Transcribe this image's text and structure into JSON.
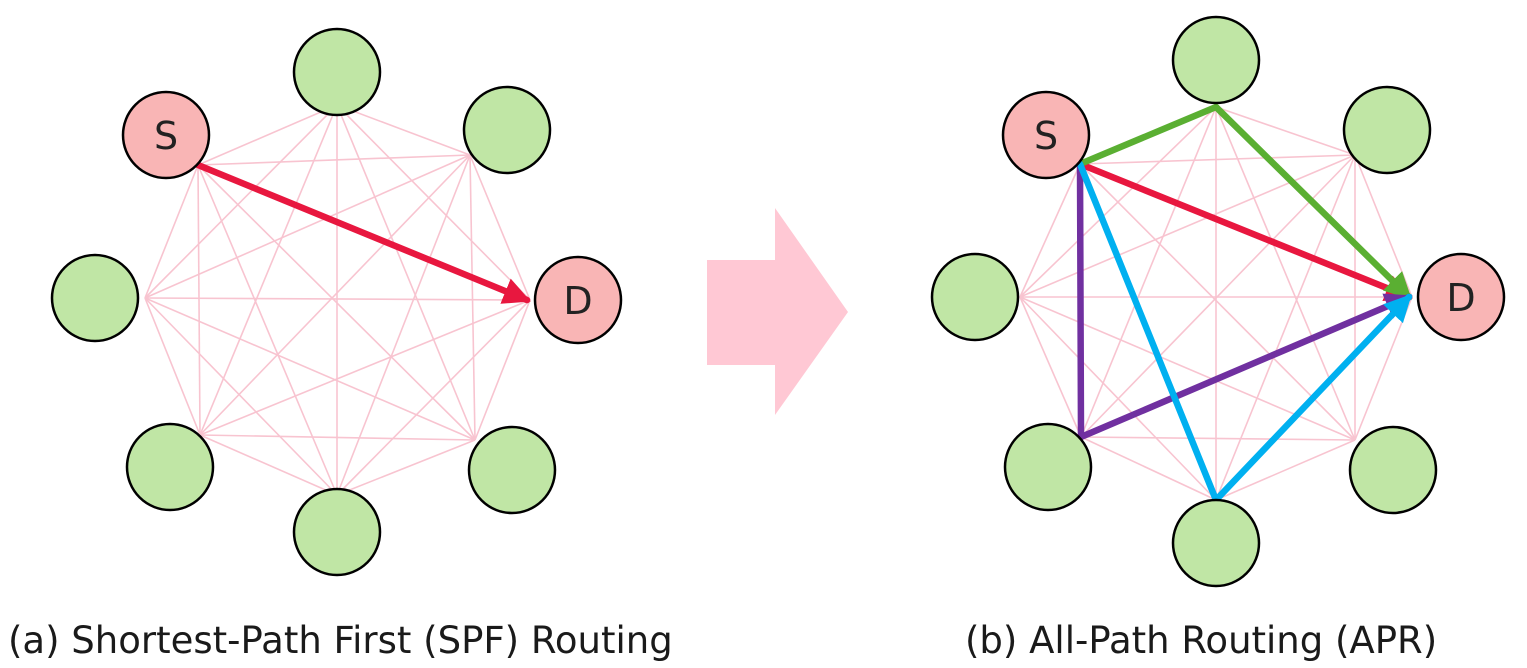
{
  "colors": {
    "mesh": "#f8c4d0",
    "node_fill": "#c0e6a5",
    "endpoint_fill": "#f9b5b5",
    "node_stroke": "#000000",
    "transition_arrow": "#ffc8d4"
  },
  "panels": [
    {
      "id": "spf",
      "caption": "(a) Shortest-Path First (SPF) Routing",
      "source_label": "S",
      "dest_label": "D",
      "paths": [
        {
          "color": "#e8173f",
          "route": [
            "S",
            "D"
          ]
        }
      ]
    },
    {
      "id": "apr",
      "caption": "(b) All-Path Routing (APR)",
      "source_label": "S",
      "dest_label": "D",
      "paths": [
        {
          "color": "#e8173f",
          "route": [
            "S",
            "D"
          ]
        },
        {
          "color": "#5aaf32",
          "route": [
            "S",
            "top",
            "D"
          ]
        },
        {
          "color": "#7030a0",
          "route": [
            "S",
            "bottom-left",
            "D"
          ]
        },
        {
          "color": "#00b0f0",
          "route": [
            "S",
            "bottom",
            "D"
          ]
        }
      ]
    }
  ]
}
